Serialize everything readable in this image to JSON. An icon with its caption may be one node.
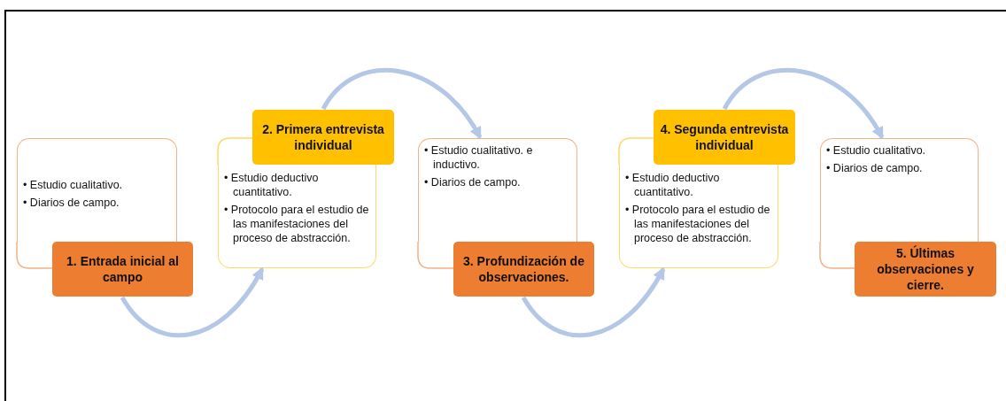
{
  "diagram": {
    "nodes": [
      {
        "text": [
          "• Estudio cualitativo.",
          "• Diarios de campo."
        ]
      },
      {
        "text": [
          "1. Entrada inicial al campo"
        ]
      },
      {
        "text": [
          "• Estudio deductivo cuantitativo.",
          "• Protocolo para el estudio de las manifestaciones del proceso de abstracción."
        ]
      },
      {
        "text": [
          "2. Primera entrevista individual"
        ]
      },
      {
        "text": [
          "• Estudio cualitativo. e inductivo.",
          "• Diarios de campo."
        ]
      },
      {
        "text": [
          "3. Profundización de observaciones."
        ]
      },
      {
        "text": [
          "• Estudio deductivo cuantitativo.",
          "• Protocolo para el estudio de las manifestaciones del proceso de abstracción."
        ]
      },
      {
        "text": [
          "4. Segunda entrevista individual"
        ]
      },
      {
        "text": [
          "• Estudio cualitativo.",
          "• Diarios de campo."
        ]
      },
      {
        "text": [
          "5. Últimas observaciones y cierre."
        ]
      }
    ],
    "edges": [
      {
        "from": 1,
        "to": 2,
        "arrow": "to"
      },
      {
        "from": 3,
        "to": 4,
        "arrow": "to"
      },
      {
        "from": 5,
        "to": 6,
        "arrow": "to"
      },
      {
        "from": 7,
        "to": 8,
        "arrow": "to"
      }
    ]
  }
}
